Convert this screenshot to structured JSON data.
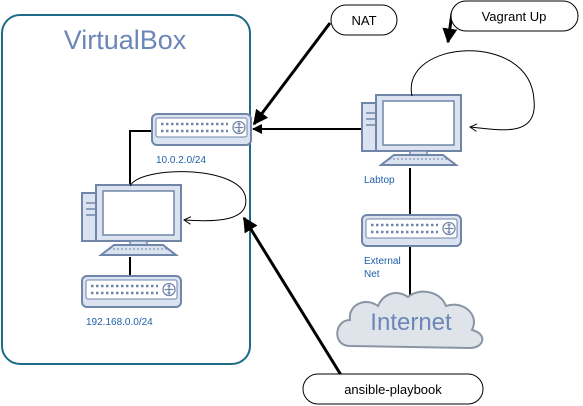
{
  "virtualbox": {
    "title": "VirtualBox"
  },
  "networks": {
    "nat_subnet": "10.0.2.0/24",
    "host_only_subnet": "192.168.0.0/24",
    "external": [
      "External",
      "Net"
    ]
  },
  "hosts": {
    "laptop": "Labtop"
  },
  "cloud": {
    "label": "Internet"
  },
  "callouts": {
    "nat": "NAT",
    "vagrant": "Vagrant Up",
    "ansible": "ansible-playbook"
  },
  "colors": {
    "box_stroke": "#1d6b86",
    "title_text": "#6c87b7",
    "link_text": "#1f5fa8",
    "device_fill": "#dbe3f0",
    "device_stroke": "#6f86a8",
    "cloud_fill": "#dfe4ea",
    "cloud_stroke": "#8a95a3"
  }
}
